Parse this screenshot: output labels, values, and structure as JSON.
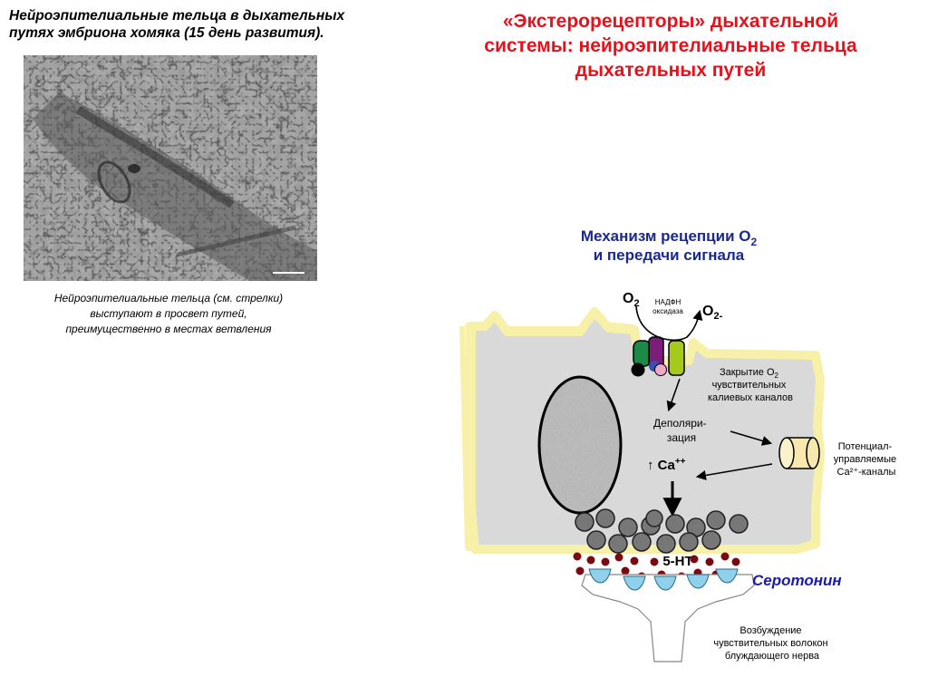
{
  "slide": {
    "title": "«Экстерорецепторы» дыхательной\nсистемы: нейроэпителиальные тельца\nдыхательных путей",
    "photo_caption": "Нейроэпителиальные тельца в дыхательных\nпутях эмбриона хомяка (15 день развития).",
    "photo_note": "Нейроэпителиальные  тельца (см. стрелки)\nвыступают в просвет путей,\nпреимущественно  в местах ветвления"
  },
  "diagram": {
    "heading_line1": "Механизм рецепции О",
    "heading_sub": "2",
    "heading_line2": "и передачи сигнала",
    "o2_in": "O",
    "o2_in_sub": "2",
    "o2_out": "O",
    "o2_out_sub": "2-",
    "enzyme_line1": "НАДФН",
    "enzyme_line2": "оксидаза",
    "k_closure_line1": "Закрытие O",
    "k_closure_sub": "2",
    "k_closure_line2": "чувствительных",
    "k_closure_line3": "калиевых каналов",
    "depol_line1": "Деполяри-",
    "depol_line2": "зация",
    "ca_label": "↑ Ca",
    "ca_sup": "++",
    "channel_line1": "Потенциал-",
    "channel_line2": "управляемые",
    "channel_line3": "Ca²⁺-каналы",
    "ht_label": "5-HT",
    "serotonin": "Серотонин",
    "excite_line1": "Возбуждение",
    "excite_line2": "чувствительных волокон",
    "excite_line3": "блуждающего нерва"
  },
  "colors": {
    "title": "#e8111b",
    "heading": "#1a2a8c",
    "serotonin": "#1a1ab4",
    "cell_fill": "#d9d9d9",
    "cell_glow": "#f6f0a8",
    "vesicle": "#777777",
    "serotonin_dot": "#7a0a10",
    "receptor": "#8fd0ea",
    "channel": "#f7e8b0"
  }
}
